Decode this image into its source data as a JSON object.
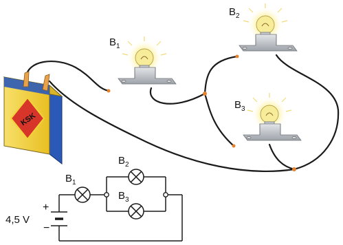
{
  "illustration": {
    "bulbs": [
      {
        "id": "b1",
        "label": "B",
        "sub": "1"
      },
      {
        "id": "b2",
        "label": "B",
        "sub": "2"
      },
      {
        "id": "b3",
        "label": "B",
        "sub": "3"
      }
    ],
    "battery_brand": "KSK"
  },
  "schematic": {
    "b1": {
      "label": "B",
      "sub": "1"
    },
    "b2": {
      "label": "B",
      "sub": "2"
    },
    "b3": {
      "label": "B",
      "sub": "3"
    },
    "voltage": "4,5 V",
    "plus": "+",
    "minus": "−"
  },
  "colors": {
    "wire": "#1a1a1a",
    "battery_body": "#f2d33a",
    "battery_side": "#2a59b8",
    "battery_emblem": "#d8352a",
    "bulb_glass": "#f6ec9a",
    "bulb_glow": "#fff3a8",
    "junction": "#e4822e",
    "metal": "#b9bdc3"
  }
}
